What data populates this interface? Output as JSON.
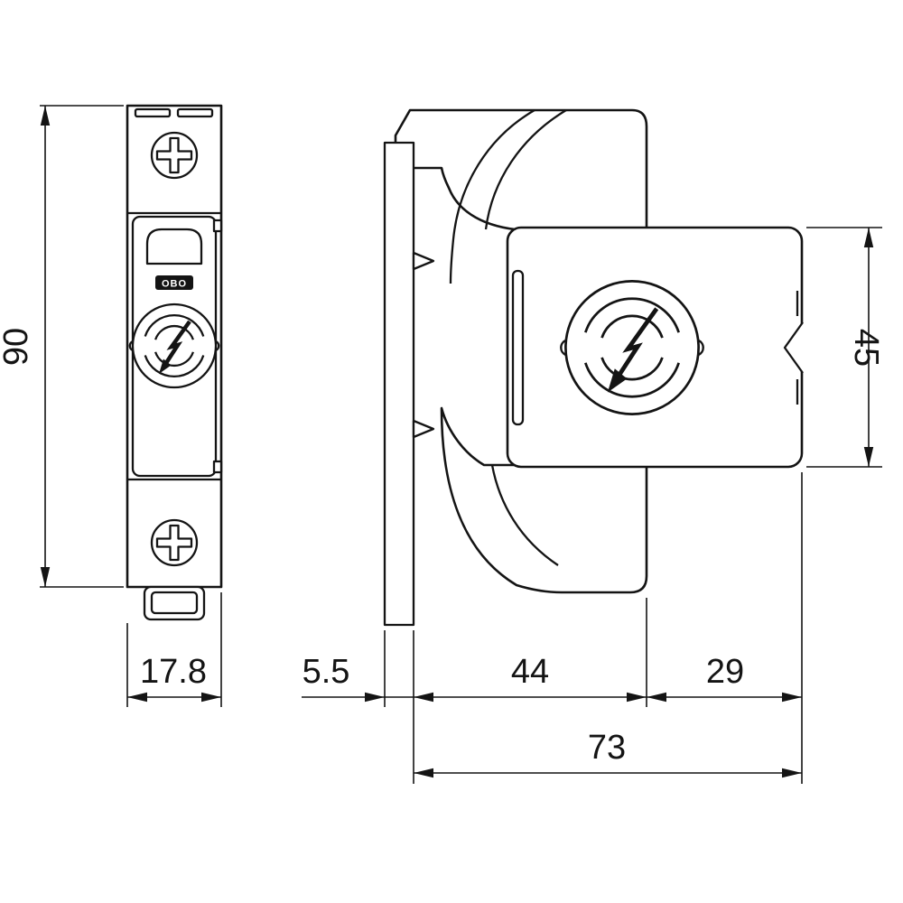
{
  "brand": "OBO",
  "dimensions": {
    "height": "90",
    "width": "17.8",
    "rail_depth": "5.5",
    "base_depth": "44",
    "module_depth": "29",
    "total_depth": "73",
    "module_height": "45"
  },
  "colors": {
    "line": "#141414",
    "background": "#ffffff"
  }
}
